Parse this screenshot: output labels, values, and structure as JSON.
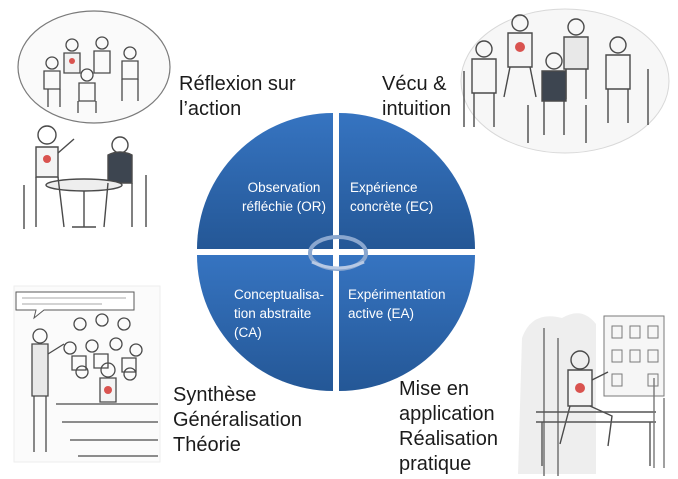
{
  "colors": {
    "quadrant_fill": "#2e67b1",
    "quadrant_fill_dark": "#245796",
    "ring": "#8aa7cf",
    "label_text": "#1b1b1b",
    "sketch_line": "#4a4a4a",
    "shirt": "#f2f2f2",
    "accent_heart": "#d9534f"
  },
  "quadrants": {
    "or": {
      "lines": [
        "Observation",
        "réfléchie (OR)"
      ]
    },
    "ec": {
      "lines": [
        "Expérience",
        "concrète (EC)"
      ]
    },
    "ca": {
      "lines": [
        "Conceptualisa-",
        "tion abstraite",
        "(CA)"
      ]
    },
    "ea": {
      "lines": [
        "Expérimentation",
        "active (EA)"
      ]
    }
  },
  "outer_labels": {
    "reflection": {
      "lines": [
        "Réflexion sur",
        "l’action"
      ]
    },
    "lived": {
      "lines": [
        "Vécu &",
        "intuition"
      ]
    },
    "synthesis": {
      "lines": [
        "Synthèse",
        "Généralisation",
        "Théorie"
      ]
    },
    "application": {
      "lines": [
        "Mise en",
        "application",
        "Réalisation",
        "pratique"
      ]
    }
  },
  "illustrations": {
    "top_left_thought_bubble": "group-discussion-illustration",
    "top_left_cafe": "two-people-talking-illustration",
    "top_right_group": "group-circle-illustration",
    "bottom_left_lecture": "presenter-audience-illustration",
    "bottom_right_bench": "man-on-park-bench-illustration"
  }
}
